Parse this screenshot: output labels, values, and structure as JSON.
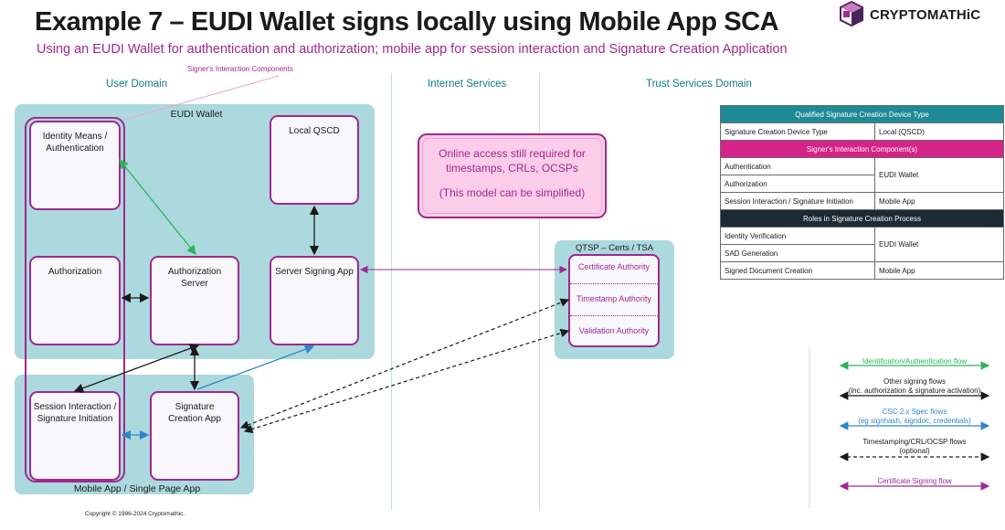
{
  "title": "Example 7 – EUDI Wallet signs locally using Mobile App SCA",
  "subtitle": "Using an EUDI Wallet for authentication and authorization; mobile app for session interaction and Signature Creation Application",
  "logo_text": "CRYPTOMATHiC",
  "domains": {
    "user": "User Domain",
    "internet": "Internet Services",
    "trust": "Trust Services Domain"
  },
  "callout": "Signer's Interaction Components",
  "eudi_wallet": {
    "label": "EUDI Wallet",
    "identity": "Identity Means / Authentication",
    "local_qscd": "Local QSCD",
    "authorization": "Authorization",
    "auth_server": "Authorization Server",
    "server_signing": "Server Signing App"
  },
  "mobile_app": {
    "label": "Mobile App / Single Page App",
    "session": "Session Interaction / Signature Initiation",
    "sca": "Signature Creation App"
  },
  "note": {
    "line1": "Online access still required for",
    "line2": "timestamps, CRLs, OCSPs",
    "line3": "(This model can be simplified)"
  },
  "qtsp": {
    "label": "QTSP – Certs / TSA",
    "ca": "Certificate Authority",
    "tsa": "Timestamp Authority",
    "va": "Validation Authority"
  },
  "table": {
    "h1": "Qualified Signature Creation Device Type",
    "r1_l": "Signature Creation Device Type",
    "r1_r": "Local (QSCD)",
    "h2": "Signer's Interaction Component(s)",
    "r2_l": "Authentication",
    "r3_l": "Authorization",
    "r23_r": "EUDI Wallet",
    "r4_l": "Session Interaction / Signature Initiation",
    "r4_r": "Mobile App",
    "h3": "Roles in Signature Creation Process",
    "r5_l": "Identity Verification",
    "r6_l": "SAD Generation",
    "r56_r": "EUDI Wallet",
    "r7_l": "Signed Document Creation",
    "r7_r": "Mobile App"
  },
  "legend": {
    "l1": "Identification/Authentication flow",
    "l2a": "Other signing flows",
    "l2b": "(inc. authorization & signature activation)",
    "l3a": "CSC 2.x Spec flows",
    "l3b": "(eg signhash, signdoc, credentials)",
    "l4a": "Timestamping/CRL/OCSP flows",
    "l4b": "(optional)",
    "l5": "Certificate Signing flow"
  },
  "copyright": "Copyright © 1986-2024 Cryptomathic.",
  "colors": {
    "accent": "#a0288f",
    "teal": "#acd9dd",
    "green": "#2db35d",
    "blue": "#2f86c8",
    "pink_fill": "#fbcde9",
    "table_pink": "#d6238a",
    "table_dark": "#1b2a33",
    "table_teal": "#1e8a96"
  }
}
